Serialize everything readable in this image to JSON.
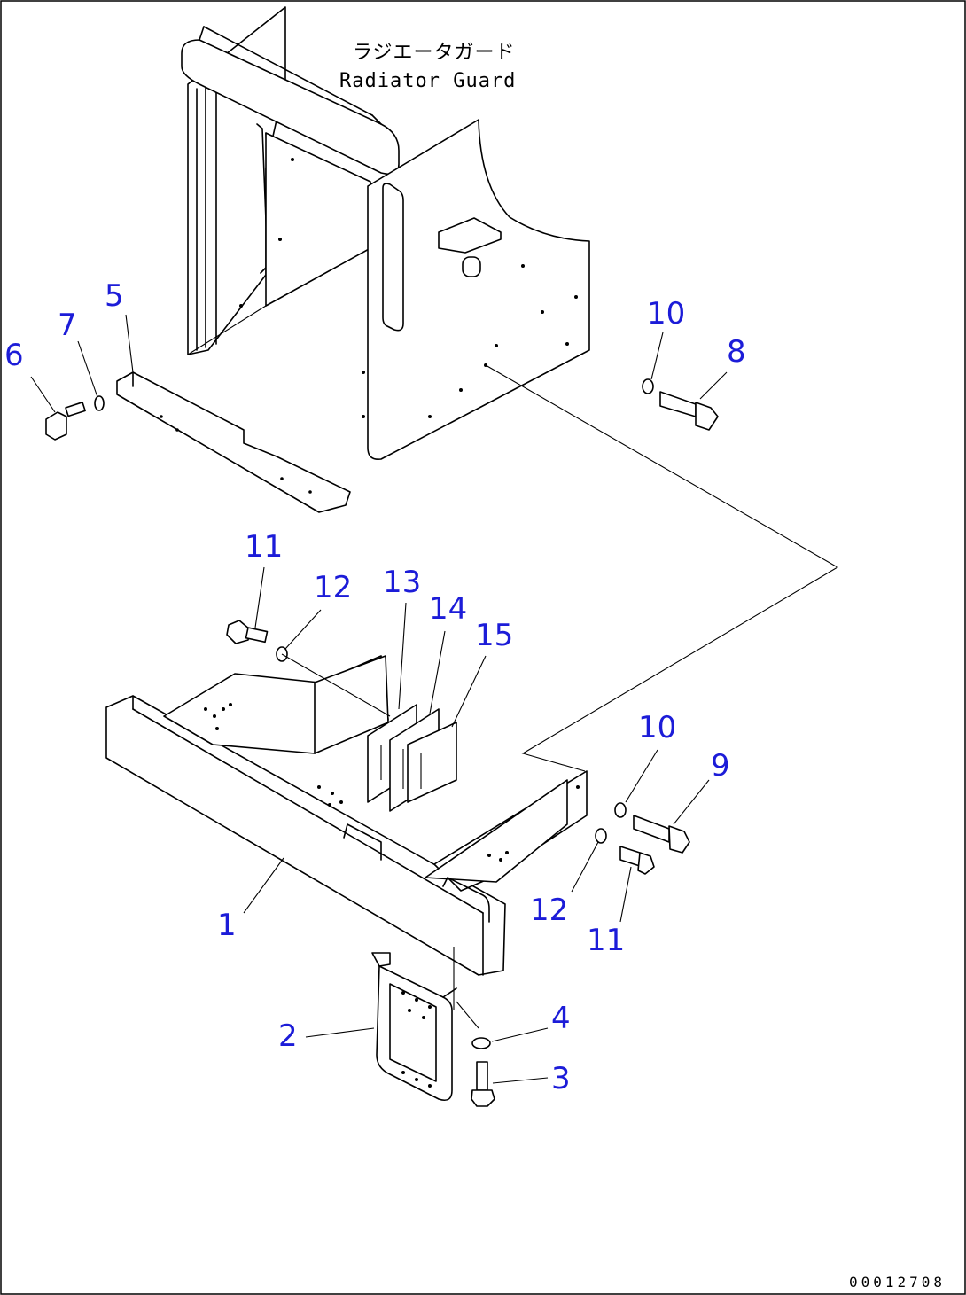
{
  "diagram": {
    "caption_jp": "ラジエータガード",
    "caption_en": "Radiator Guard",
    "document_id": "00012708",
    "callouts": [
      "1",
      "2",
      "3",
      "4",
      "5",
      "6",
      "7",
      "8",
      "9",
      "10",
      "10",
      "11",
      "11",
      "12",
      "12",
      "13",
      "14",
      "15"
    ],
    "colors": {
      "callout": "#1c1cd8",
      "line": "#000000",
      "background": "#ffffff"
    }
  }
}
